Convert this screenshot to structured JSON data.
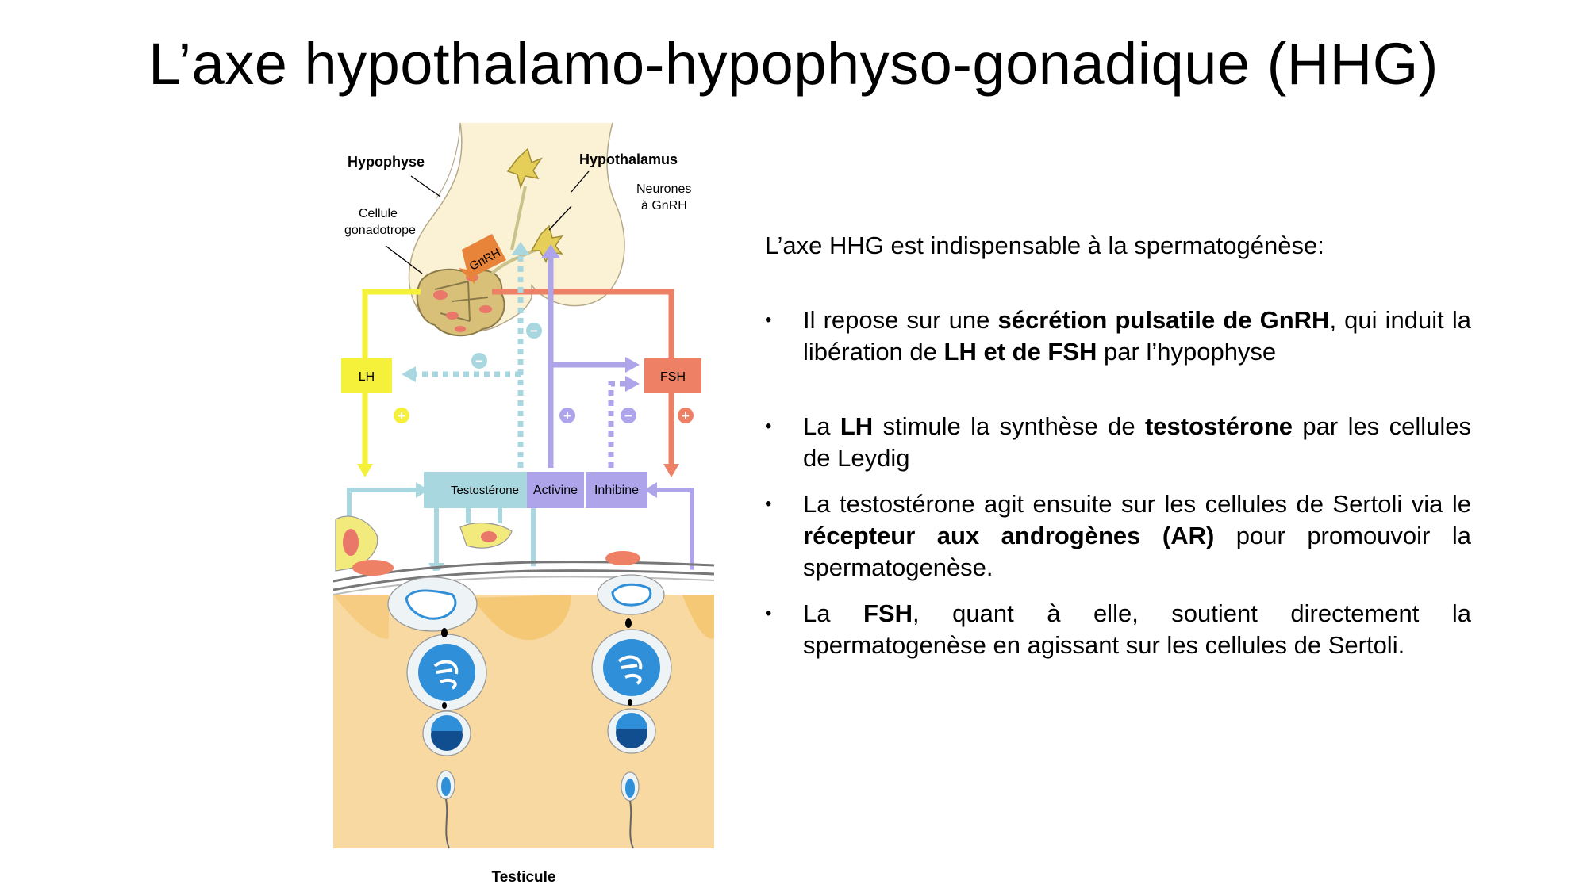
{
  "slide": {
    "title": "L’axe hypothalamo-hypophyso-gonadique (HHG)"
  },
  "diagram": {
    "labels": {
      "hypophyse": "Hypophyse",
      "hypothalamus": "Hypothalamus",
      "neurones_1": "Neurones",
      "neurones_2": "à GnRH",
      "cellule_1": "Cellule",
      "cellule_2": "gonadotrope",
      "gnrh": "GnRH",
      "lh": "LH",
      "fsh": "FSH",
      "testosterone": "Testostérone",
      "activine": "Activine",
      "inhibine": "Inhibine",
      "testicule": "Testicule"
    },
    "signs": {
      "plus": "+",
      "minus": "−"
    },
    "colors": {
      "lh": "#f5f03a",
      "fsh": "#ee8065",
      "testosterone": "#a9d7df",
      "activine_inhibine": "#ada4ea",
      "gnrh": "#e8833a",
      "pituitary": "#fbf1d5",
      "testis": "#f8d9a2",
      "cell_nucleus": "#2f8fd8"
    }
  },
  "text": {
    "intro": "L’axe HHG est indispensable à la spermatogénèse:",
    "bullet_glyph": "•",
    "b1": {
      "t1": "Il repose sur une ",
      "b1": "sécrétion pulsatile de GnRH",
      "t2": ", qui induit la libération de ",
      "b2": "LH et de FSH",
      "t3": " par l’hypophyse"
    },
    "b2": {
      "t1": "La ",
      "b1": "LH",
      "t2": " stimule la synthèse de ",
      "b2": "testostérone",
      "t3": " par les cellules de Leydig"
    },
    "b3": {
      "t1": "La testostérone agit ensuite sur les cellules de Sertoli via le ",
      "b1": "récepteur aux androgènes (AR)",
      "t2": " pour promouvoir la spermatogenèse."
    },
    "b4": {
      "t1": "La ",
      "b1": "FSH",
      "t2": ", quant à elle, soutient directement la spermatogenèse en agissant sur les cellules de Sertoli."
    }
  }
}
